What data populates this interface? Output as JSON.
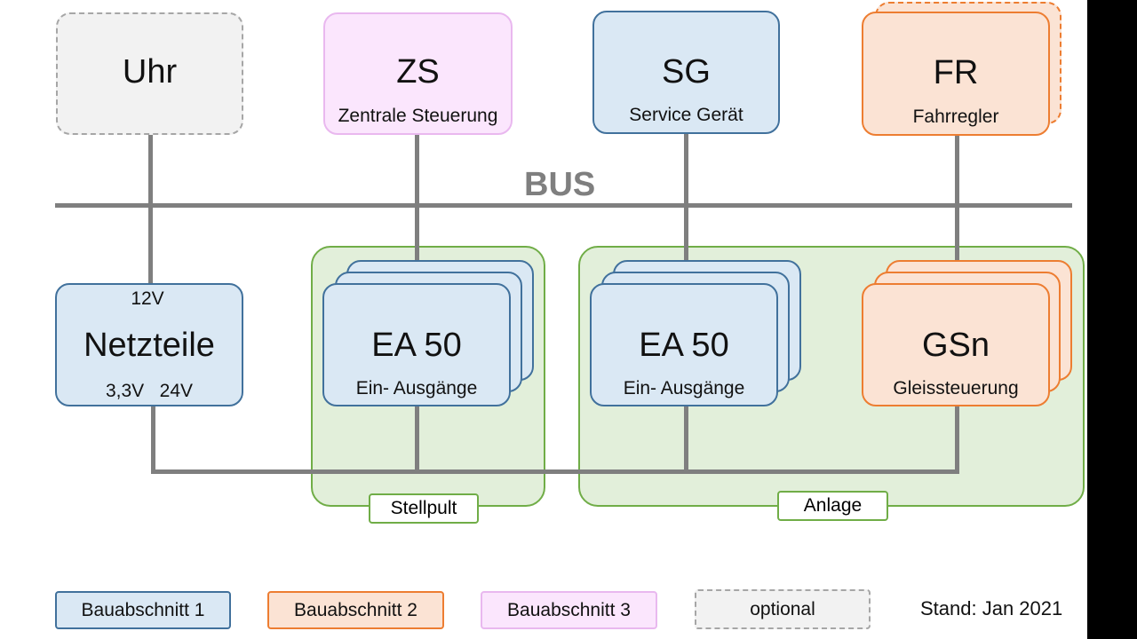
{
  "nodes": {
    "uhr": {
      "title": "Uhr"
    },
    "zs": {
      "title": "ZS",
      "subtitle": "Zentrale Steuerung"
    },
    "sg": {
      "title": "SG",
      "subtitle": "Service Gerät"
    },
    "fr": {
      "title": "FR",
      "subtitle": "Fahrregler"
    },
    "netzteile": {
      "title": "Netzteile",
      "top_label": "12V",
      "bottom_label": "3,3V   24V"
    },
    "ea50_stellpult": {
      "title": "EA 50",
      "subtitle": "Ein- Ausgänge"
    },
    "ea50_anlage": {
      "title": "EA 50",
      "subtitle": "Ein- Ausgänge"
    },
    "gsn": {
      "title": "GSn",
      "subtitle": "Gleissteuerung"
    }
  },
  "bus_label": "BUS",
  "groups": {
    "stellpult": "Stellpult",
    "anlage": "Anlage"
  },
  "legend": {
    "phase1": "Bauabschnitt 1",
    "phase2": "Bauabschnitt 2",
    "phase3": "Bauabschnitt 3",
    "optional": "optional"
  },
  "stand": "Stand: Jan 2021",
  "colors": {
    "phase1": "#dae8f4",
    "phase2": "#fbe3d4",
    "phase3": "#fbe6fd",
    "optional": "#f2f2f2",
    "group": "#e2efda",
    "wire": "#7f7f7f"
  }
}
